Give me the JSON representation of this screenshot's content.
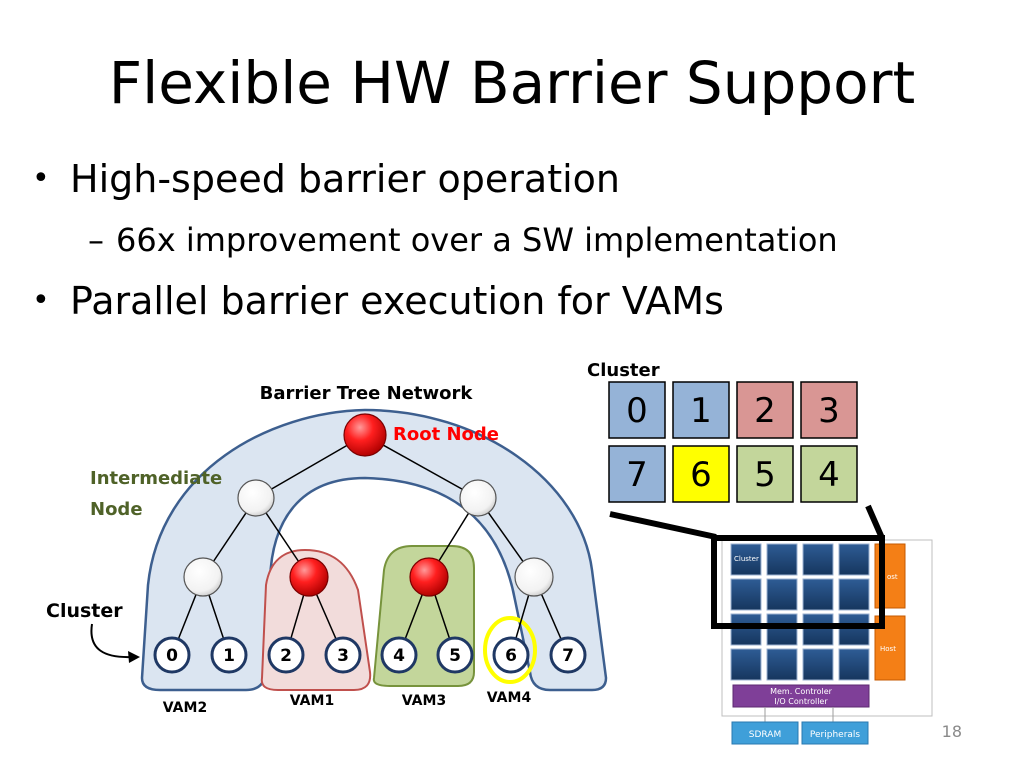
{
  "slide": {
    "title": "Flexible HW Barrier Support",
    "bullets": [
      {
        "text": "High-speed barrier operation",
        "sub": [
          "66x improvement over a SW implementation"
        ]
      },
      {
        "text": "Parallel barrier execution for VAMs",
        "sub": []
      }
    ],
    "page_number": "18"
  },
  "tree_diagram": {
    "title": "Barrier Tree Network",
    "root_label": "Root Node",
    "intermediate_label_line1": "Intermediate",
    "intermediate_label_line2": "Node",
    "cluster_label": "Cluster",
    "leaves": [
      "0",
      "1",
      "2",
      "3",
      "4",
      "5",
      "6",
      "7"
    ],
    "vam_labels": [
      "VAM2",
      "VAM1",
      "VAM3",
      "VAM4"
    ]
  },
  "cluster_grid": {
    "label": "Cluster",
    "row1": [
      "0",
      "1",
      "2",
      "3"
    ],
    "row2": [
      "7",
      "6",
      "5",
      "4"
    ]
  },
  "chip": {
    "cluster_label": "Cluster",
    "host_label_top": "ost",
    "host_label_bottom": "Host",
    "mem_line1": "Mem. Controler",
    "mem_line2": "I/O Controller",
    "sdram": "SDRAM",
    "peripherals": "Peripherals"
  },
  "colors": {
    "root_red": "#e81c1c",
    "vam_blue": "#dbe5f1",
    "vam_red": "#f2dcdb",
    "vam_green": "#c3d69b",
    "vam_yellow": "#ffff00",
    "cell_blue": "#95b3d7",
    "cell_red": "#d99694",
    "cell_green": "#c3d69b",
    "chip_core": "#1f497d",
    "host_orange": "#f47f16",
    "mem_purple": "#7f3f98",
    "io_blue": "#3f9fd9",
    "intermediate_green": "#4f6228",
    "root_text_red": "#ff0000"
  }
}
